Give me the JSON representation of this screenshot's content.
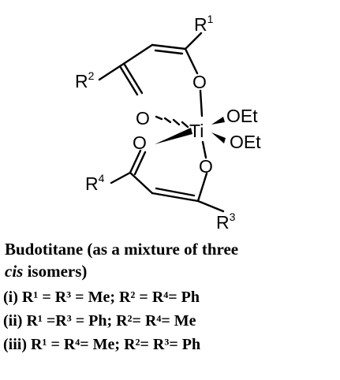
{
  "structure": {
    "metal": "Ti",
    "oxygen": "O",
    "ligand_ethoxy": "OEt",
    "substituents": {
      "r1": {
        "base": "R",
        "sup": "1"
      },
      "r2": {
        "base": "R",
        "sup": "2"
      },
      "r3": {
        "base": "R",
        "sup": "3"
      },
      "r4": {
        "base": "R",
        "sup": "4"
      }
    }
  },
  "caption": {
    "line1": "Budotitane (as a mixture of three",
    "line2_italic": "cis",
    "line2_rest": " isomers)"
  },
  "isomers": [
    {
      "label": "(i)",
      "text": "R¹ = R³ = Me; R² = R⁴= Ph"
    },
    {
      "label": "(ii)",
      "text": "R¹ =R³ = Ph; R²= R⁴= Me"
    },
    {
      "label": "(iii)",
      "text": "R¹ = R⁴= Me; R²= R³= Ph"
    }
  ]
}
